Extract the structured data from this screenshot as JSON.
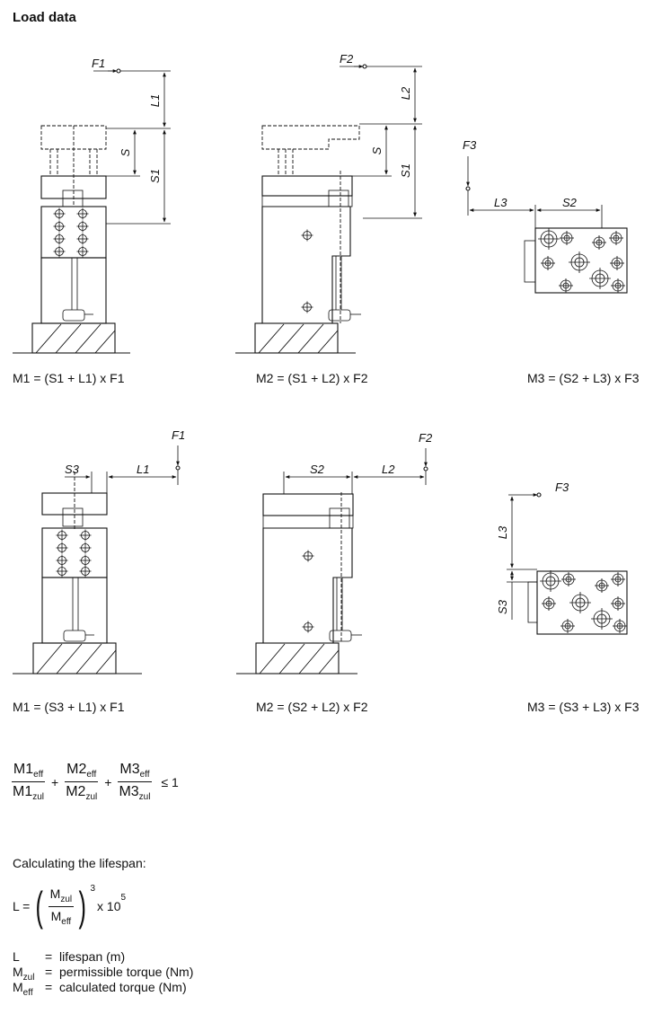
{
  "title": "Load data",
  "formulas_row1": [
    "M1 = (S1 + L1) x F1",
    "M2 = (S1 + L2) x F2",
    "M3 = (S2 + L3) x F3"
  ],
  "formulas_row2": [
    "M1 = (S3 + L1) x F1",
    "M2 = (S2 + L2) x F2",
    "M3 = (S3 + L3) x F3"
  ],
  "labels": {
    "F1": "F1",
    "F2": "F2",
    "F3": "F3",
    "L1": "L1",
    "L2": "L2",
    "L3": "L3",
    "S": "S",
    "S1": "S1",
    "S2": "S2",
    "S3": "S3"
  },
  "condition": {
    "t1_num": "M1",
    "t1_num_sub": "eff",
    "t1_den": "M1",
    "t1_den_sub": "zul",
    "t2_num": "M2",
    "t2_num_sub": "eff",
    "t2_den": "M2",
    "t2_den_sub": "zul",
    "t3_num": "M3",
    "t3_num_sub": "eff",
    "t3_den": "M3",
    "t3_den_sub": "zul",
    "plus": "+",
    "relation": "≤ 1"
  },
  "lifespan": {
    "heading": "Calculating the lifespan:",
    "lhs": "L =",
    "num": "M",
    "num_sub": "zul",
    "den": "M",
    "den_sub": "eff",
    "exponent": "3",
    "factor": "x 10",
    "factor_exp": "5"
  },
  "legend": [
    {
      "sym": "L",
      "sub": "",
      "eq": "=",
      "desc": "lifespan (m)"
    },
    {
      "sym": "M",
      "sub": "zul",
      "eq": "=",
      "desc": "permissible torque (Nm)"
    },
    {
      "sym": "M",
      "sub": "eff",
      "eq": "=",
      "desc": "calculated torque (Nm)"
    }
  ]
}
